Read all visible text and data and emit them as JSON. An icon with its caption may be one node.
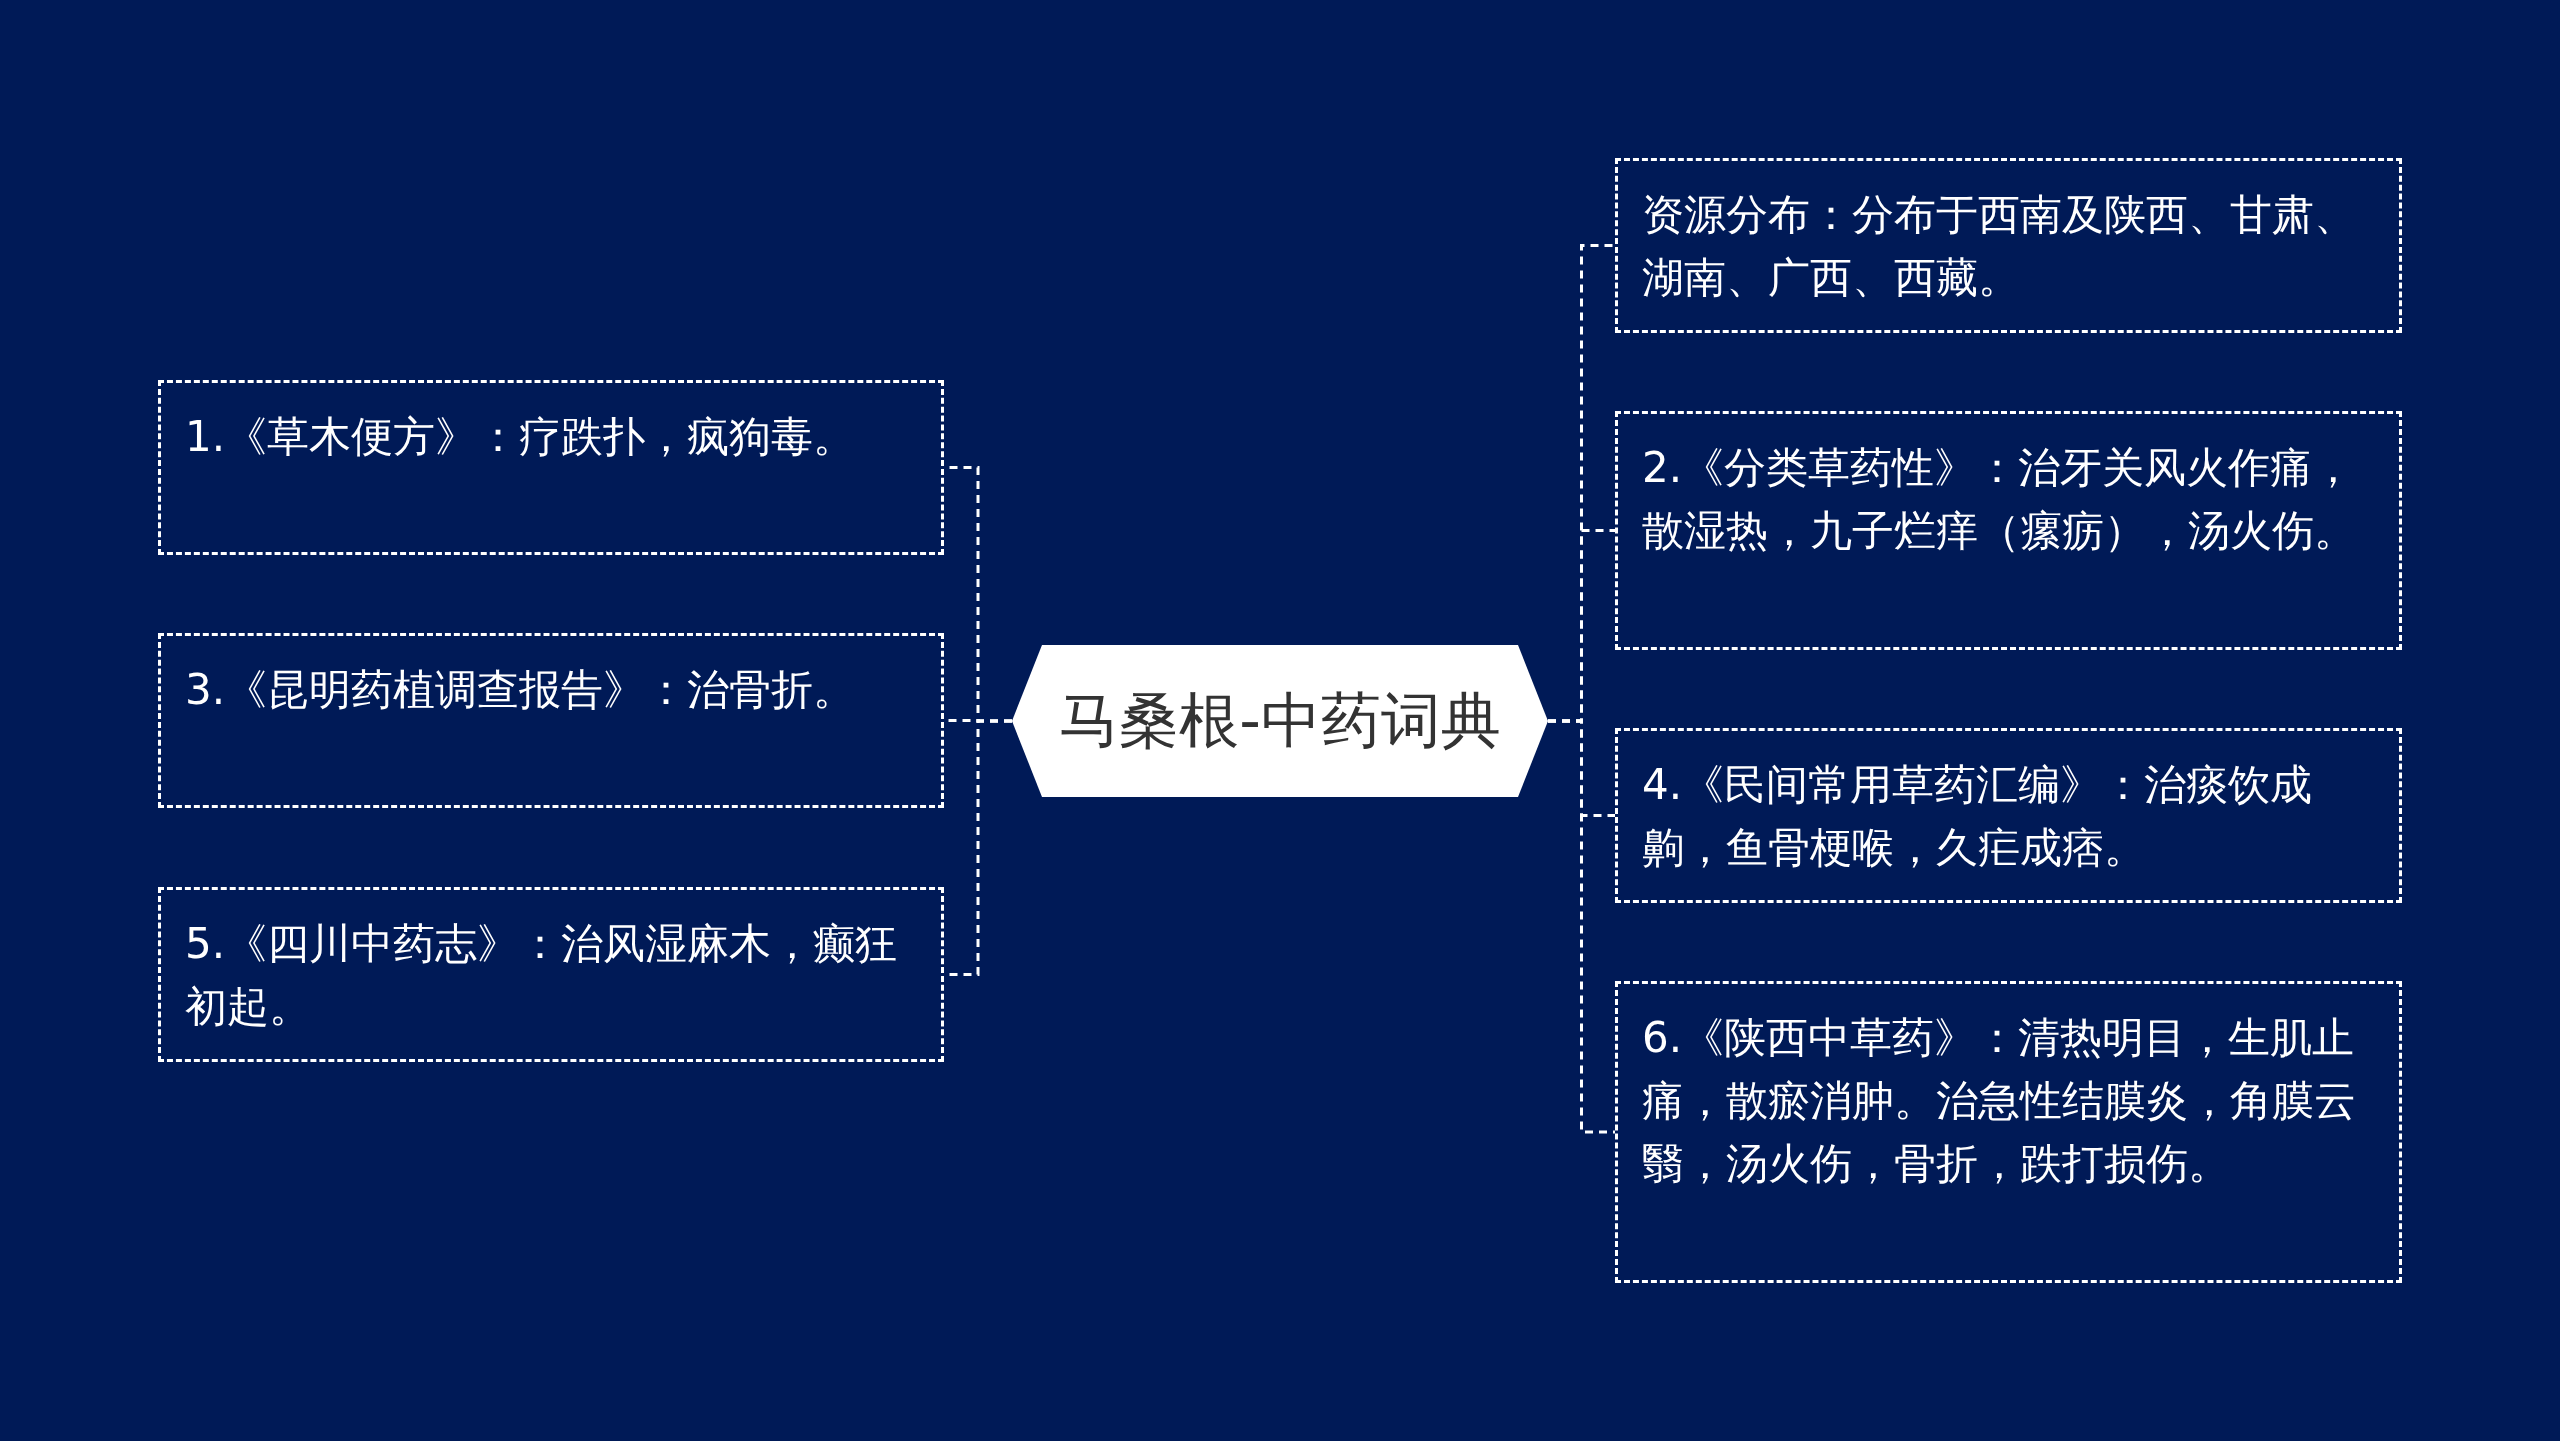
{
  "diagram": {
    "nodes": [
      {
        "text": [
          "马桑根-中药词典"
        ]
      },
      {
        "text": [
          "资源分布：分布于西南及陕西、甘肃、湖南、广西、西藏。"
        ]
      },
      {
        "text": [
          "1.《草木便方》：疗跌扑，疯狗毒。"
        ]
      },
      {
        "text": [
          "2.《分类草药性》：治牙关风火作痛，散湿热，九子烂痒（瘰疬），汤火伤。"
        ]
      },
      {
        "text": [
          "3.《昆明药植调查报告》：治骨折。"
        ]
      },
      {
        "text": [
          "4.《民间常用草药汇编》：治痰饮成齁，鱼骨梗喉，久疟成痞。"
        ]
      },
      {
        "text": [
          "5.《四川中药志》：治风湿麻木，癫狂初起。"
        ]
      },
      {
        "text": [
          "6.《陕西中草药》：清热明目，生肌止痛，散瘀消肿。治急性结膜炎，角膜云翳，汤火伤，骨折，跌打损伤。"
        ]
      }
    ],
    "edges": [
      {
        "from": 0,
        "to": 1,
        "arrow": "none",
        "style": "dashed"
      },
      {
        "from": 0,
        "to": 2,
        "arrow": "none",
        "style": "dashed"
      },
      {
        "from": 0,
        "to": 3,
        "arrow": "none",
        "style": "dashed"
      },
      {
        "from": 0,
        "to": 4,
        "arrow": "none",
        "style": "dashed"
      },
      {
        "from": 0,
        "to": 5,
        "arrow": "none",
        "style": "dashed"
      },
      {
        "from": 0,
        "to": 6,
        "arrow": "none",
        "style": "dashed"
      },
      {
        "from": 0,
        "to": 7,
        "arrow": "none",
        "style": "dashed"
      }
    ]
  }
}
